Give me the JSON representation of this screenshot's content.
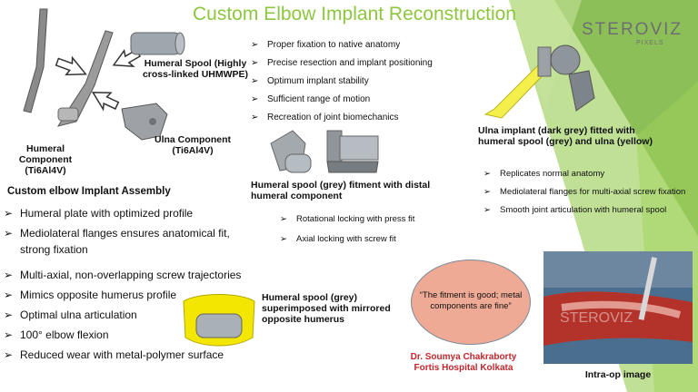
{
  "title": "Custom Elbow Implant Reconstruction",
  "logo": {
    "name": "STEROVIZ",
    "sub": "PIXELS"
  },
  "labels": {
    "humeral_spool": "Humeral Spool (Highly cross-linked UHMWPE)",
    "ulna_component": "Ulna Component (Ti6Al4V)",
    "humeral_component": "Humeral Component (Ti6Al4V)",
    "assembly": "Custom elbow Implant Assembly",
    "fitment": "Humeral spool (grey) fitment with distal humeral component",
    "ulna_implant": "Ulna implant (dark grey) fitted with humeral spool (grey) and ulna (yellow)",
    "mirrored": "Humeral spool (grey) superimposed with mirrored opposite humerus"
  },
  "top_bullets": [
    "Proper fixation to native anatomy",
    "Precise resection and implant positioning",
    "Optimum implant stability",
    "Sufficient range of motion",
    "Recreation of joint biomechanics"
  ],
  "left_bullets": [
    "Humeral plate with optimized profile",
    "Mediolateral flanges ensures anatomical fit,",
    "strong fixation",
    "Multi-axial, non-overlapping screw trajectories",
    "Mimics opposite humerus profile",
    "Optimal ulna articulation",
    "100° elbow flexion",
    "Reduced wear with metal-polymer surface"
  ],
  "mid_bullets": [
    "Rotational locking with press fit",
    "Axial locking with screw fit"
  ],
  "right_bullets": [
    "Replicates normal anatomy",
    "Mediolateral flanges for multi-axial screw fixation",
    "Smooth joint articulation with humeral spool"
  ],
  "quote": "“The fitment is good; metal components are fine”",
  "doctor": {
    "name": "Dr. Soumya Chakraborty",
    "hospital": "Fortis Hospital Kolkata"
  },
  "photo_caption": "Intra-op image",
  "watermark": "STEROVIZ"
}
